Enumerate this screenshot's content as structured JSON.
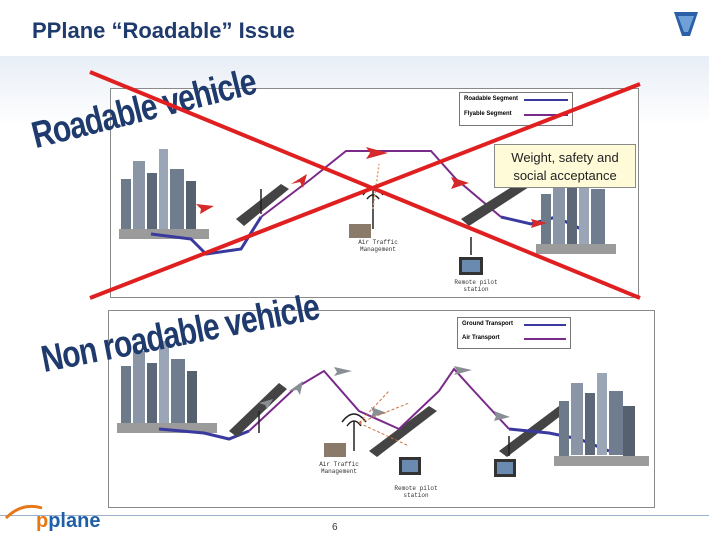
{
  "slide": {
    "title": "PPlane “Roadable” Issue",
    "page_number": "6",
    "brand": {
      "prefix": "p",
      "rest": "plane"
    }
  },
  "scenario_top": {
    "label": "Roadable vehicle",
    "legend": [
      {
        "text": "Roadable Segment",
        "color": "#3a3a9e"
      },
      {
        "text": "Flyable Segment",
        "color": "#7a2a8a"
      }
    ],
    "atm_label_line1": "Air Traffic",
    "atm_label_line2": "Management",
    "remote_label_line1": "Remote pilot",
    "remote_label_line2": "station",
    "callout_line1": "Weight, safety and",
    "callout_line2": "social acceptance",
    "crossed_out": true
  },
  "scenario_bottom": {
    "label": "Non roadable vehicle",
    "legend": [
      {
        "text": "Ground Transport",
        "color": "#3a3a9e"
      },
      {
        "text": "Air Transport",
        "color": "#7a2a8a"
      }
    ],
    "atm_label_line1": "Air Traffic",
    "atm_label_line2": "Management",
    "remote_label_line1": "Remote pilot",
    "remote_label_line2": "station"
  },
  "colors": {
    "title": "#1f3b6e",
    "cross": "#e02020",
    "ground_route": "#3a3a9e",
    "air_route": "#7a2a8a",
    "plane_red": "#d62a2a",
    "plane_grey": "#8a8f96",
    "callout_bg": "#fffbd9"
  }
}
